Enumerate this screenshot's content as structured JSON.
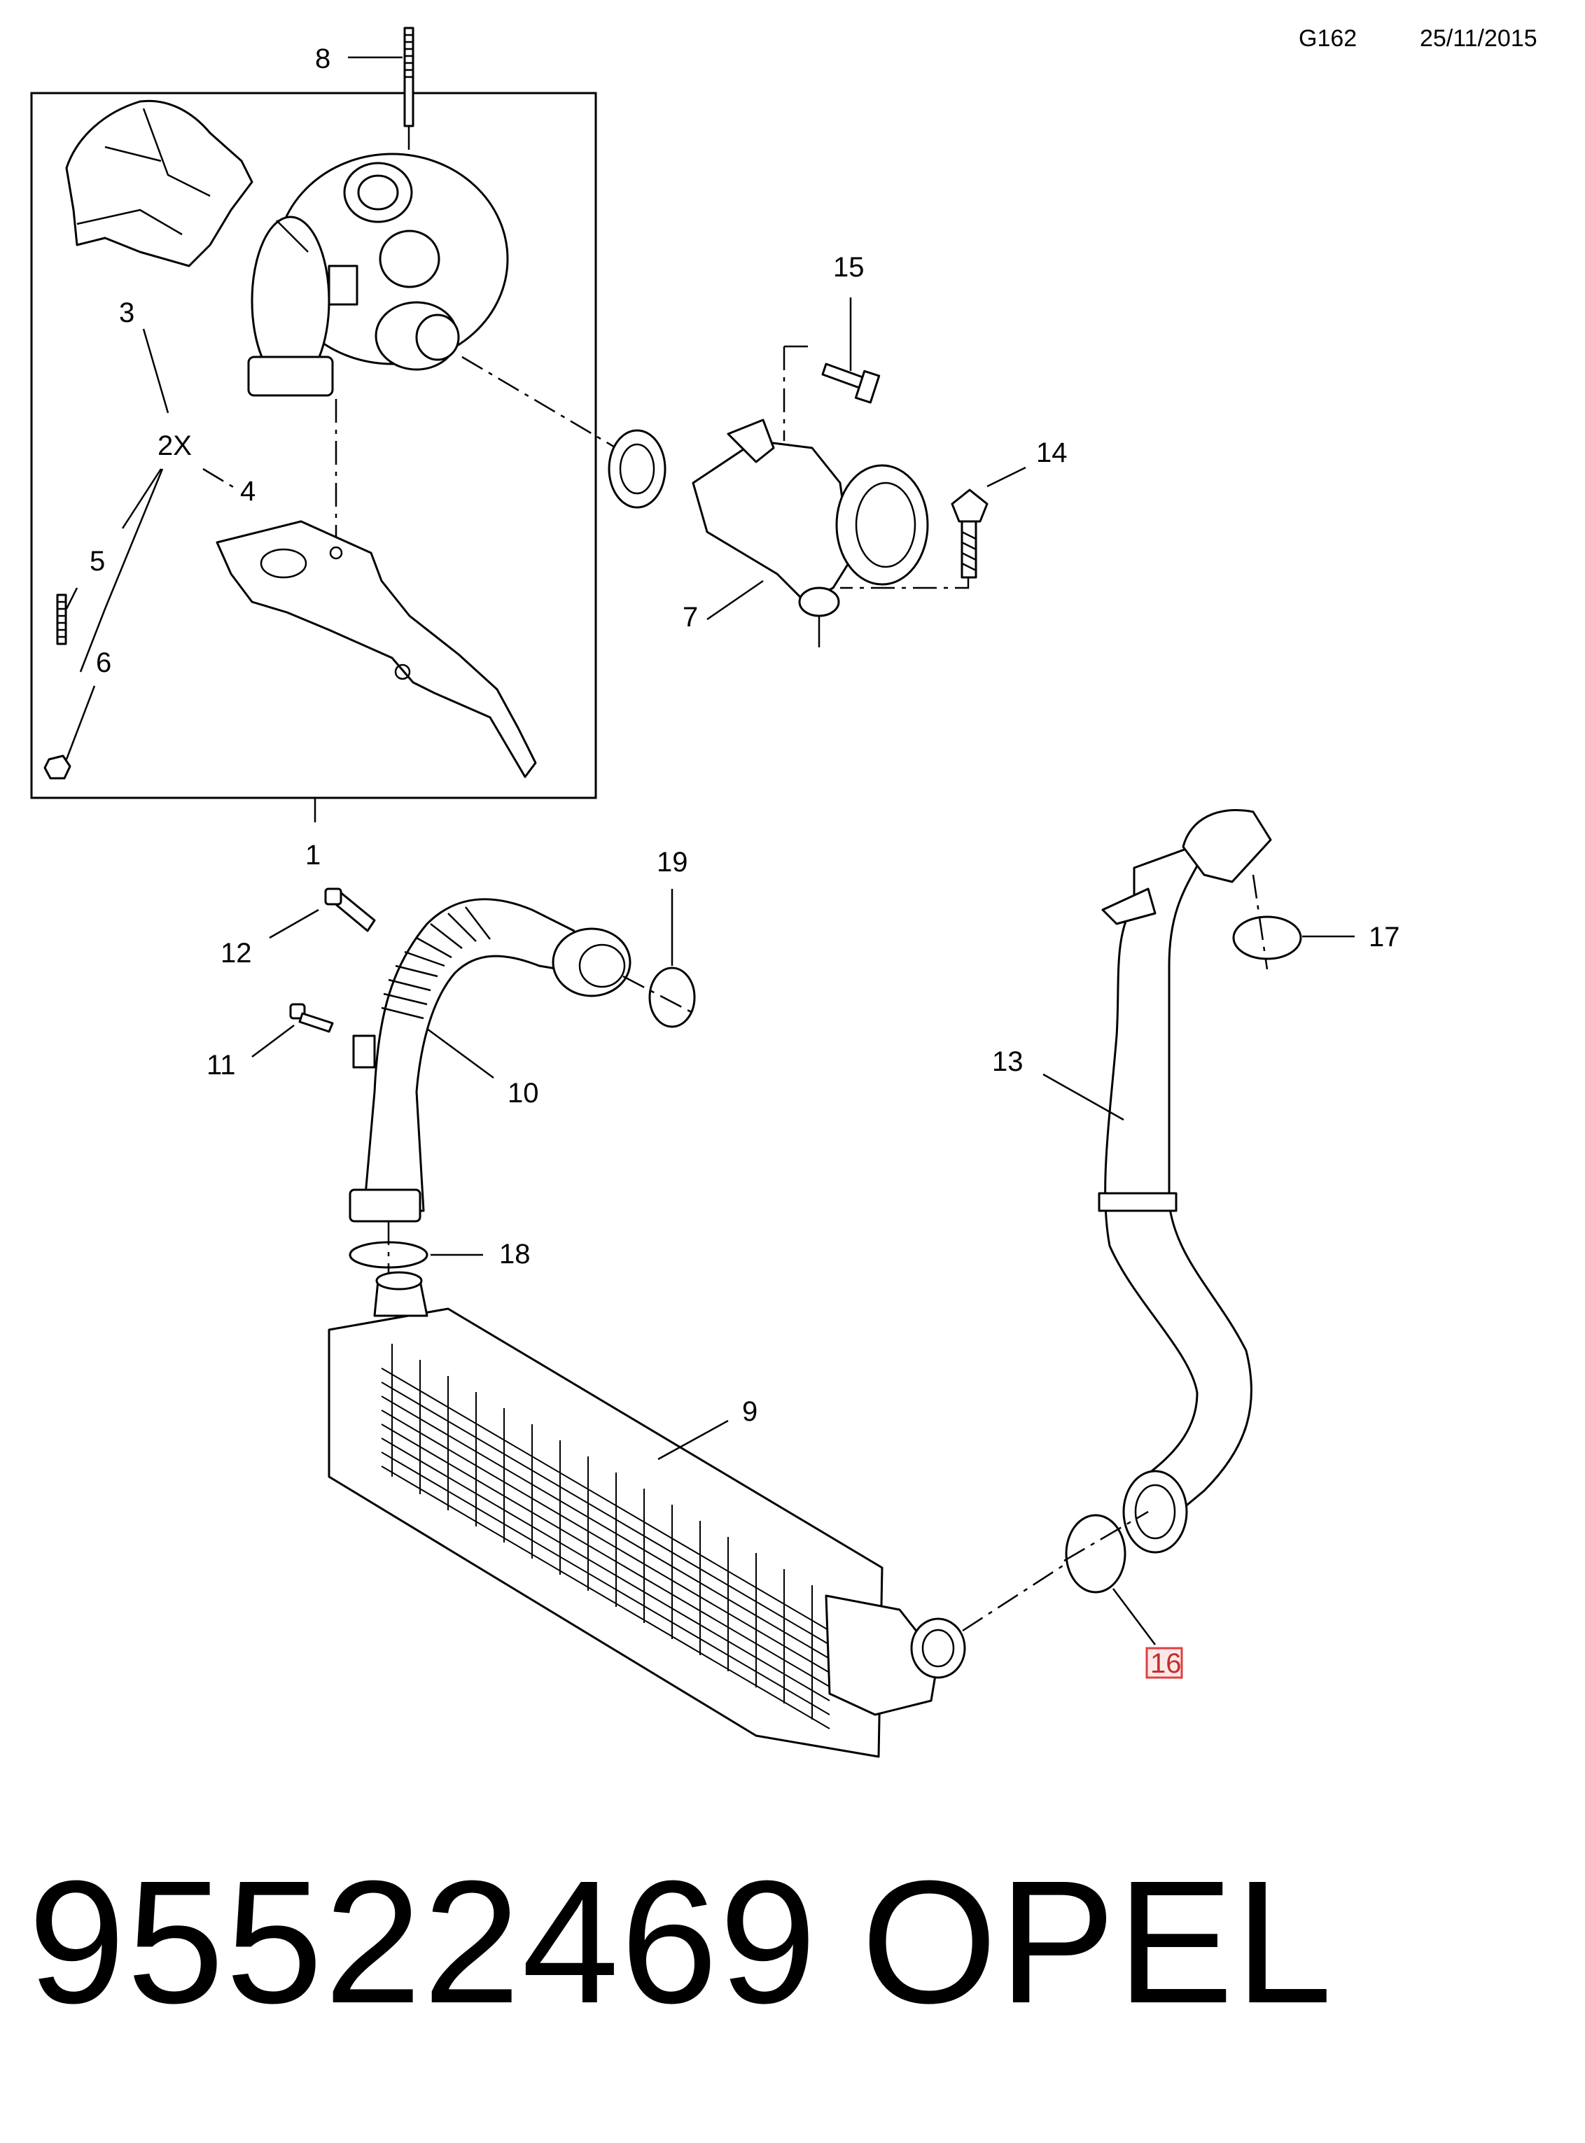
{
  "header": {
    "code": "G162",
    "date": "25/11/2015"
  },
  "callouts": [
    "8",
    "3",
    "2X",
    "4",
    "5",
    "6",
    "1",
    "15",
    "14",
    "7",
    "19",
    "12",
    "11",
    "10",
    "18",
    "9",
    "13",
    "17",
    "16"
  ],
  "highlight_color": "#e04040",
  "footer": {
    "part_number": "95522469",
    "brand": "OPEL"
  }
}
